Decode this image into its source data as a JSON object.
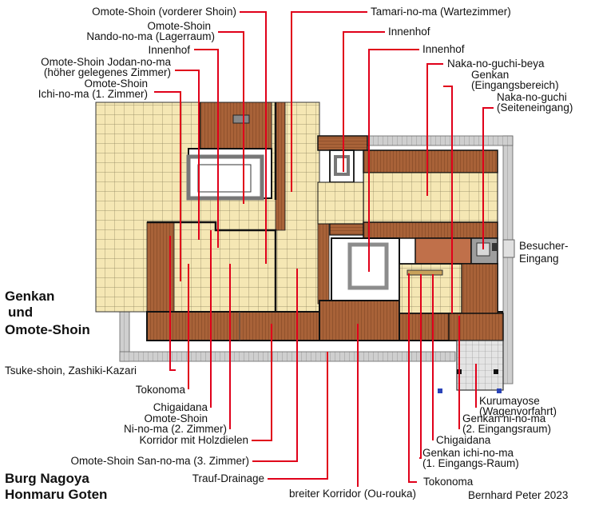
{
  "colors": {
    "tatami": "#f5e7b4",
    "tatami_line": "#8a7f5a",
    "wood": "#a86238",
    "wood_line": "#6e3a1c",
    "wall": "#111111",
    "gravel": "#b4b4b4",
    "drain": "#d0d0d0",
    "leader": "#e0001a",
    "blue_tile": "#2a43b8"
  },
  "labels": {
    "omote_shoin_vorderer": "Omote-Shoin (vorderer Shoin)",
    "omote_shoin_nando_1": "Omote-Shoin",
    "omote_shoin_nando_2": "Nando-no-ma (Lagerraum)",
    "innenhof_left": "Innenhof",
    "jodan_1": "Omote-Shoin Jodan-no-ma",
    "jodan_2": "(höher gelegenes Zimmer)",
    "ichi_1": "Omote-Shoin",
    "ichi_2": "Ichi-no-ma (1. Zimmer)",
    "tamari": "Tamari-no-ma (Wartezimmer)",
    "innenhof_mid": "Innenhof",
    "innenhof_right": "Innenhof",
    "naka_beya": "Naka-no-guchi-beya",
    "genkan_1": "Genkan",
    "genkan_2": "(Eingangsbereich)",
    "naka_guchi_1": "Naka-no-guchi",
    "naka_guchi_2": "(Seiteneingang)",
    "besucher_1": "Besucher-",
    "besucher_2": "Eingang",
    "title_1": "Genkan",
    "title_2": "und",
    "title_3": "Omote-Shoin",
    "tsuke": "Tsuke-shoin, Zashiki-Kazari",
    "tokonoma_left": "Tokonoma",
    "chigaidana_left": "Chigaidana",
    "ni_1": "Omote-Shoin",
    "ni_2": "Ni-no-ma (2. Zimmer)",
    "korridor": "Korridor mit Holzdielen",
    "san": "Omote-Shoin San-no-ma (3. Zimmer)",
    "trauf": "Trauf-Drainage",
    "burg_1": "Burg Nagoya",
    "burg_2": "Honmaru Goten",
    "ou_rouka": "breiter Korridor (Ou-rouka)",
    "tokonoma_right": "Tokonoma",
    "genkan_ichi_1": "Genkan ichi-no-ma",
    "genkan_ichi_2": "(1. Eingangs-Raum)",
    "chigaidana_right": "Chigaidana",
    "genkan_ni_1": "Genkan ni-no-ma",
    "genkan_ni_2": "(2. Eingangsraum)",
    "kurumayose_1": "Kurumayose",
    "kurumayose_2": "(Wagenvorfahrt)",
    "credit": "Bernhard Peter 2023"
  }
}
